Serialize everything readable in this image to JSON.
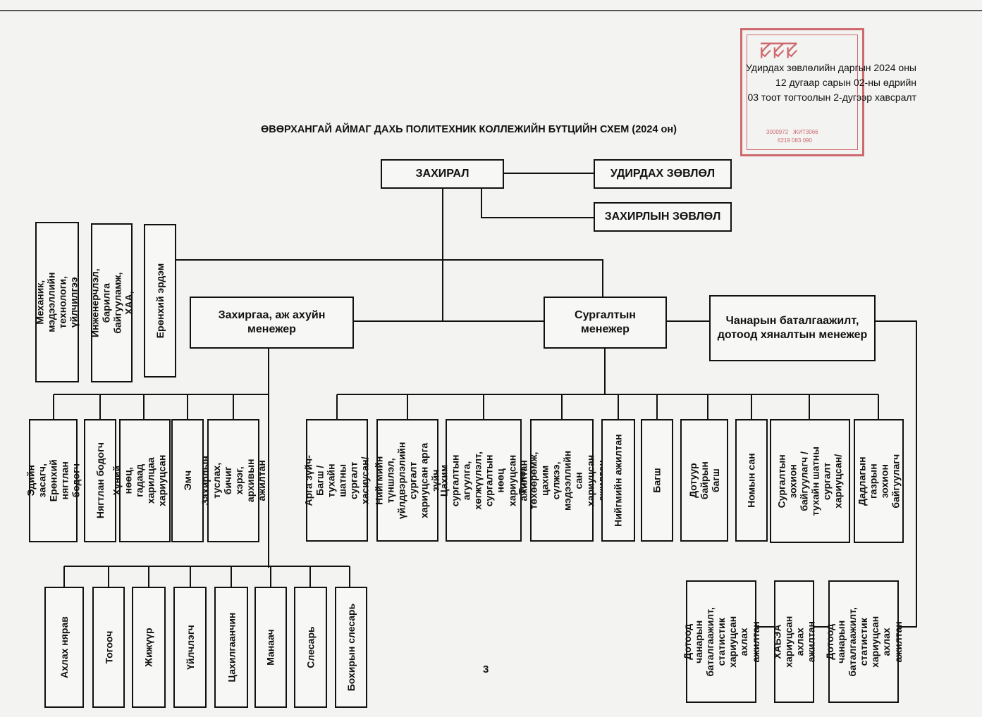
{
  "approval": {
    "line1": "Удирдах зөвлөлийн даргын 2024 оны",
    "line2": "12 дугаар сарын 02-ны өдрийн",
    "line3": "03 тоот тогтоолын 2-дугээр хавсралт"
  },
  "title": "ӨВӨРХАНГАЙ АЙМАГ ДАХЬ ПОЛИТЕХНИК КОЛЛЕЖИЙН БҮТЦИЙН СХЕМ (2024 он)",
  "top": {
    "director": "ЗАХИРАЛ",
    "board": "УДИРДАХ ЗӨВЛӨЛ",
    "director_council": "ЗАХИРЛЫН ЗӨВЛӨЛ"
  },
  "departments": [
    "Механик, мэдээллийн технологи, үйлчилгээ",
    "Инженерчлэл, барилга байгууламж, ХАА,",
    "Ерөнхий эрдэм"
  ],
  "managers": {
    "admin": "Захиргаа, аж ахуйн менежер",
    "training": "Сургалтын менежер",
    "quality": "Чанарын баталгаажилт, дотоод хяналтын менежер"
  },
  "admin_staff": [
    "Эдийн засагч, Ерөнхий нягтлан бодогч",
    "Нягтлан бодогч",
    "Хүний нөөц, гадаад харилцаа хариуцсан ажилтан",
    "Эмч",
    "Захирлын туслах, бичиг хэрэг, архивын ажилтан"
  ],
  "service_staff": [
    "Ахлах нярав",
    "Тогооч",
    "Жижүүр",
    "Үйлчлэгч",
    "Цахилгаанчин",
    "Манаач",
    "Слесарь",
    "Бохирын слесарь"
  ],
  "training_staff": [
    "Арга зүйч-Багш /тухайн шатны сургалт хасиусан/",
    "Нийгмийн түншлэл, үйлдвэрлэлийн сургалт хариуцсан арга зүйч",
    "Цахим сургалтын агуулга, хөгжүүлэлт, сургалтын нөөц хариуцсан ажилтан",
    "Тоног төхөөрөмж, цахим сүлжээ, мэдээллийн сан хариуцсан ажилтан",
    "Нийгмийн ажилтан",
    "Багш",
    "Дотуур байрын багш",
    "Номын сан",
    "Сургалтын зохион байгуулагч /тухайн шатны сургалт хариуцсан/",
    "Дадлагын газрын зохион байгуулагч"
  ],
  "quality_staff": [
    "Дотоод чанарын баталгаажилт, статистик хариуцсан ахлах ажилтан",
    "ХАБЭА хариуцсан ахлах ажилтан",
    "Дотоод чанарын баталгаажилт, статистик хариуцсан ахлах ажилтан"
  ],
  "page_number": "3",
  "colors": {
    "ink": "#111111",
    "paper": "#f3f3f1",
    "stamp": "#c5484e"
  }
}
